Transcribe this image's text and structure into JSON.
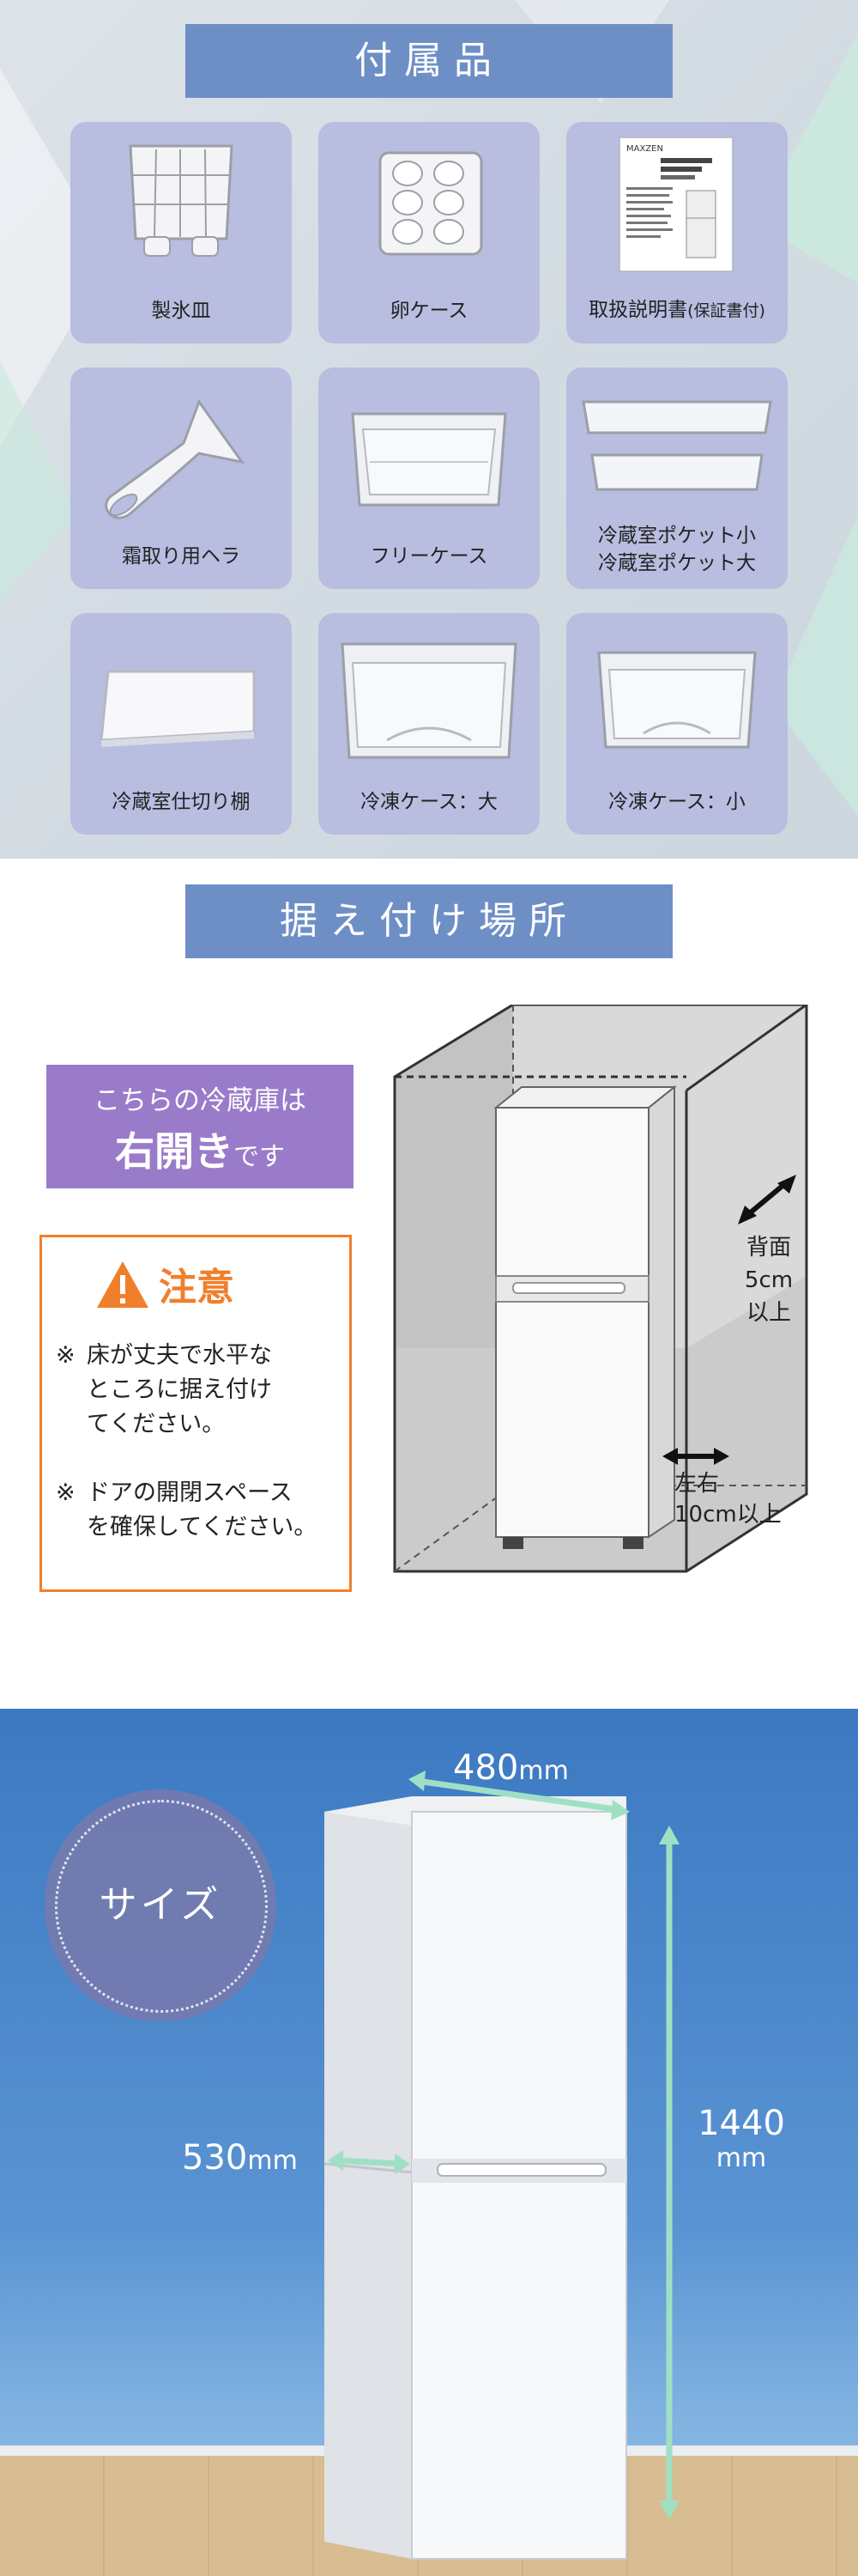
{
  "accessories": {
    "title": "付属品",
    "items": [
      {
        "label": "製氷皿"
      },
      {
        "label": "卵ケース"
      },
      {
        "label": "取扱説明書",
        "suffix": "(保証書付)"
      },
      {
        "label": "霜取り用ヘラ"
      },
      {
        "label": "フリーケース"
      },
      {
        "label": "冷蔵室ポケット小\n冷蔵室ポケット大"
      },
      {
        "label": "冷蔵室仕切り棚"
      },
      {
        "label": "冷凍ケース：大"
      },
      {
        "label": "冷凍ケース：小"
      }
    ],
    "manual_brand": "MAXZEN"
  },
  "installation": {
    "title": "据え付け場所",
    "door_note_line1": "こちらの冷蔵庫は",
    "door_note_big": "右開き",
    "door_note_small": "です",
    "caution_title": "注意",
    "notes": [
      {
        "mark": "※",
        "text": "床が丈夫で水平な\nところに据え付け\nてください。"
      },
      {
        "mark": "※",
        "text": "ドアの開閉スペース\nを確保してください。"
      }
    ],
    "back_clearance": "背面\n5cm\n以上",
    "side_clearance": "左右\n10cm以上"
  },
  "size": {
    "badge": "サイズ",
    "width_value": "480",
    "width_unit": "mm",
    "depth_value": "530",
    "depth_unit": "mm",
    "height_value": "1440",
    "height_unit": "mm"
  },
  "colors": {
    "title_band": "#6e8fc6",
    "card": "#b9bde0",
    "door_note_bg": "#9a7bc9",
    "caution_orange": "#f07f2c",
    "arrow_green": "#9fe0c4",
    "sky_blue": "#3c79c2"
  }
}
